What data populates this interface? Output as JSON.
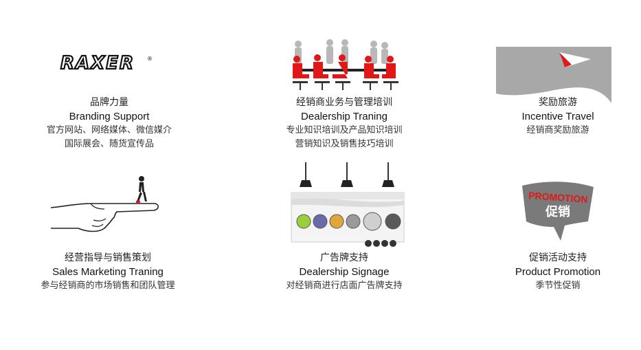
{
  "colors": {
    "red": "#e01818",
    "grey": "#a8a8a8",
    "dark": "#333333"
  },
  "cards": [
    {
      "icon": "raxer-logo",
      "title_zh": "品牌力量",
      "title_en": "Branding Support",
      "desc_lines": [
        "官方网站、网络媒体、微信媒介",
        "国际展会、随货宣传品"
      ]
    },
    {
      "icon": "meeting-illustration",
      "title_zh": "经销商业务与管理培训",
      "title_en": "Dealership Traning",
      "desc_lines": [
        "专业知识培训及产品知识培训",
        "营销知识及销售技巧培训"
      ]
    },
    {
      "icon": "paper-plane-icon",
      "title_zh": "奖励旅游",
      "title_en": "Incentive Travel",
      "desc_lines": [
        "经销商奖励旅游"
      ]
    },
    {
      "icon": "pointing-hand-illustration",
      "title_zh": "经营指导与销售策划",
      "title_en": "Sales Marketing Traning",
      "desc_lines": [
        "参与经销商的市场销售和团队管理"
      ]
    },
    {
      "icon": "signage-illustration",
      "title_zh": "广告牌支持",
      "title_en": "Dealership Signage",
      "desc_lines": [
        "对经销商进行店面广告牌支持"
      ]
    },
    {
      "icon": "promotion-badge",
      "title_zh": "促销活动支持",
      "title_en": "Product Promotion",
      "desc_lines": [
        "季节性促销"
      ]
    }
  ],
  "logo": {
    "text": "RAXER",
    "mark": "®"
  },
  "promotion": {
    "en": "PROMOTION",
    "zh": "促销"
  }
}
